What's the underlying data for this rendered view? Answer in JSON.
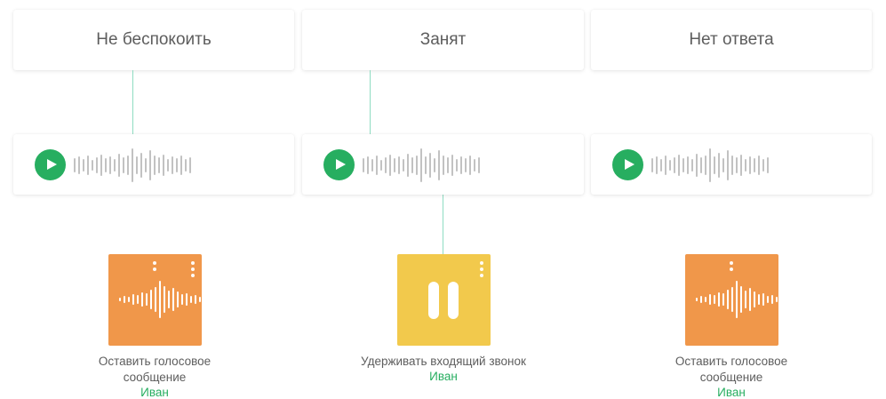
{
  "columns": [
    {
      "status": "Не беспокоить",
      "action": "Оставить голосовое сообщение",
      "person": "Иван",
      "tile_color": "#f0974a",
      "tile_icon": "waveform-icon"
    },
    {
      "status": "Занят",
      "action": "Удерживать входящий звонок",
      "person": "Иван",
      "tile_color": "#f2c94c",
      "tile_icon": "pause-icon"
    },
    {
      "status": "Нет ответа",
      "action": "Оставить голосовое сообщение",
      "person": "Иван",
      "tile_color": "#f0974a",
      "tile_icon": "waveform-icon"
    }
  ],
  "colors": {
    "accent_green": "#27ae60",
    "connector": "#8fdcc2",
    "wave_gray": "#c2c2c2",
    "text_gray": "#5d5d5d"
  }
}
